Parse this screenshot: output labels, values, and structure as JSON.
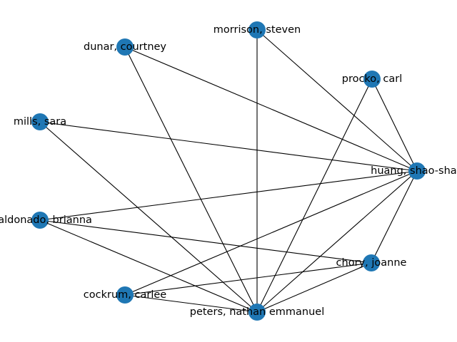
{
  "graph": {
    "node_color": "#1f77b4",
    "edge_color": "#000000",
    "nodes": [
      {
        "id": "morrison",
        "label": "morrison, steven"
      },
      {
        "id": "dunar",
        "label": "dunar, courtney"
      },
      {
        "id": "procko",
        "label": "procko, carl"
      },
      {
        "id": "mills",
        "label": "mills, sara"
      },
      {
        "id": "huang",
        "label": "huang, shao-shan"
      },
      {
        "id": "maldonado",
        "label": "maldonado, brianna"
      },
      {
        "id": "chory",
        "label": "chory, joanne"
      },
      {
        "id": "cockrum",
        "label": "cockrum, carlee"
      },
      {
        "id": "peters",
        "label": "peters, nathan emmanuel"
      }
    ],
    "edges": [
      [
        "morrison",
        "peters"
      ],
      [
        "morrison",
        "huang"
      ],
      [
        "dunar",
        "huang"
      ],
      [
        "dunar",
        "peters"
      ],
      [
        "procko",
        "huang"
      ],
      [
        "procko",
        "peters"
      ],
      [
        "mills",
        "huang"
      ],
      [
        "mills",
        "peters"
      ],
      [
        "maldonado",
        "huang"
      ],
      [
        "maldonado",
        "chory"
      ],
      [
        "maldonado",
        "peters"
      ],
      [
        "huang",
        "cockrum"
      ],
      [
        "huang",
        "peters"
      ],
      [
        "huang",
        "chory"
      ],
      [
        "chory",
        "cockrum"
      ],
      [
        "chory",
        "peters"
      ],
      [
        "cockrum",
        "peters"
      ]
    ]
  }
}
